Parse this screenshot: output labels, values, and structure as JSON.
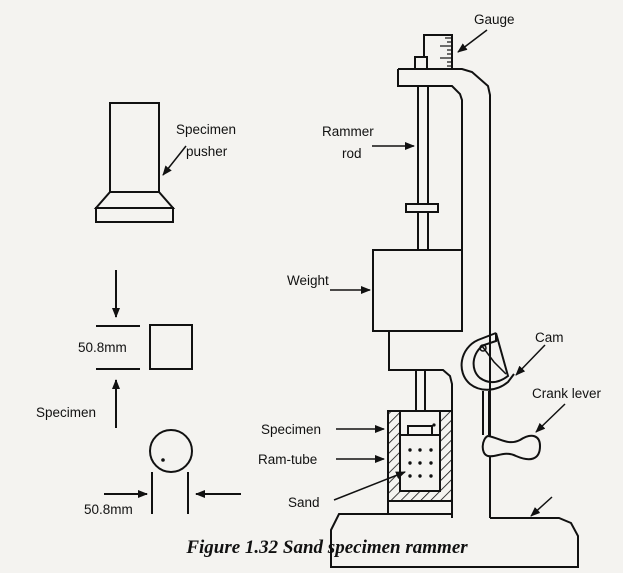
{
  "figure": {
    "caption": "Figure 1.32 Sand specimen rammer",
    "background_color": "#f4f3f0",
    "ink_color": "#111111"
  },
  "labels": {
    "gauge": "Gauge",
    "specimen_pusher_line1": "Specimen",
    "specimen_pusher_line2": "pusher",
    "rammer_rod_line1": "Rammer",
    "rammer_rod_line2": "rod",
    "weight": "Weight",
    "cam": "Cam",
    "crank_lever": "Crank lever",
    "specimen_in_tube": "Specimen",
    "ram_tube": "Ram-tube",
    "sand": "Sand",
    "specimen_side": "Specimen",
    "dimension_height": "50.8mm",
    "dimension_diameter": "50.8mm"
  }
}
